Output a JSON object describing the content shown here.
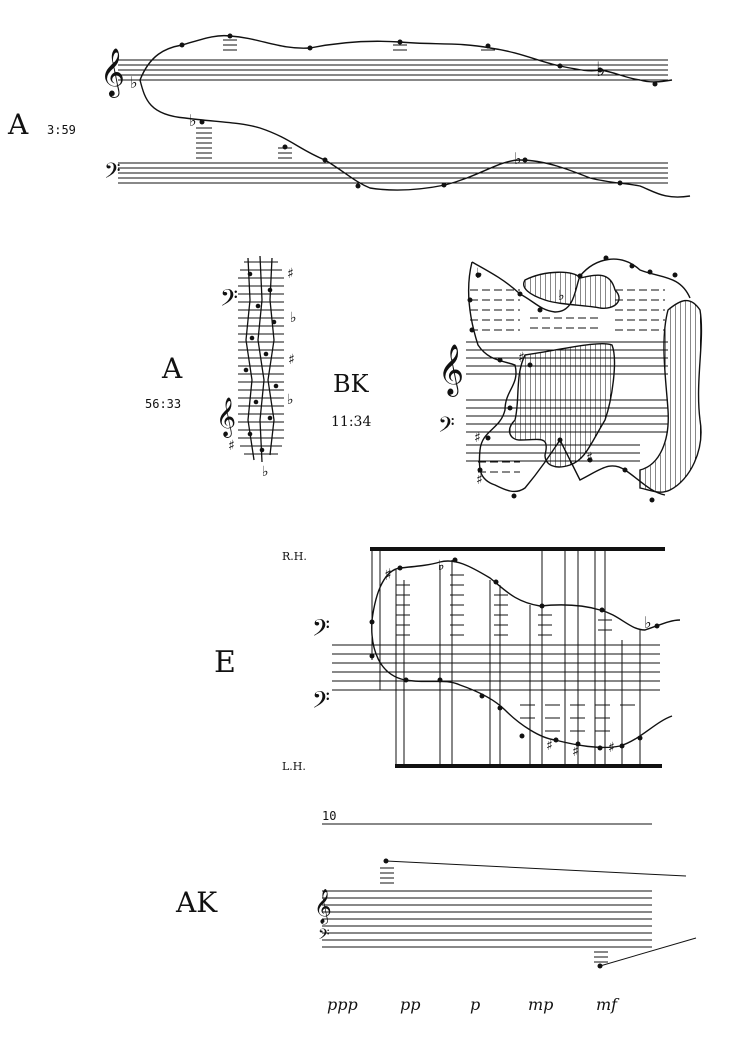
{
  "sections": {
    "s1": {
      "label": "A",
      "time": "3:59"
    },
    "s2": {
      "label": "A",
      "time": "56:33"
    },
    "s3": {
      "label": "BK",
      "time": "11:34"
    },
    "s4": {
      "label": "E",
      "rh": "R.H.",
      "lh": "L.H."
    },
    "s5": {
      "label": "AK",
      "marker": "10"
    }
  },
  "dynamics": [
    "ppp",
    "pp",
    "p",
    "mp",
    "mf"
  ],
  "symbols": {
    "treble_clef": "𝄞",
    "bass_clef": "𝄢",
    "flat": "♭",
    "sharp": "♯"
  }
}
